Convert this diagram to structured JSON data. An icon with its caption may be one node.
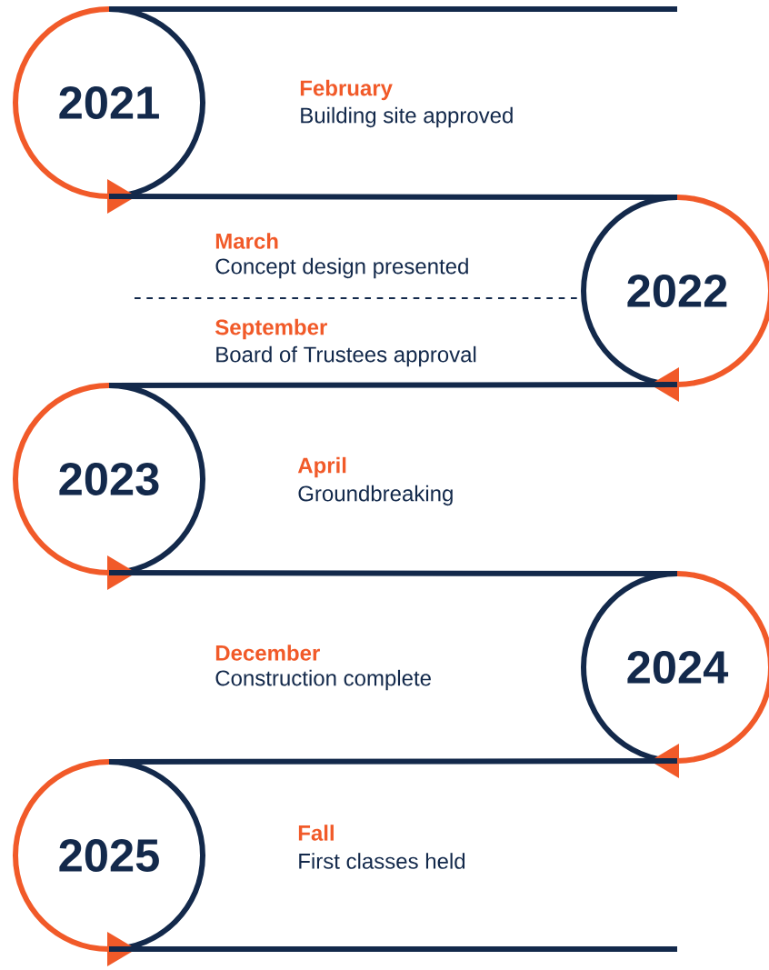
{
  "diagram": {
    "nodes": [
      {
        "text": [
          "2021"
        ]
      },
      {
        "text": [
          "2022"
        ]
      },
      {
        "text": [
          "2023"
        ]
      },
      {
        "text": [
          "2024"
        ]
      },
      {
        "text": [
          "2025"
        ]
      }
    ],
    "edges": [
      {
        "from": 0,
        "to": null,
        "arrow": "none"
      },
      {
        "from": 0,
        "to": 1,
        "arrow": "none"
      },
      {
        "from": 1,
        "to": 2,
        "arrow": "none"
      },
      {
        "from": 2,
        "to": 3,
        "arrow": "none"
      },
      {
        "from": 3,
        "to": 4,
        "arrow": "none"
      },
      {
        "from": 4,
        "to": null,
        "arrow": "none"
      }
    ],
    "labels": [
      "February",
      "Building site approved",
      "March",
      "Concept design presented",
      "September",
      "Board of Trustees approval",
      "April",
      "Groundbreaking",
      "December",
      "Construction complete",
      "Fall",
      "First classes held"
    ]
  }
}
